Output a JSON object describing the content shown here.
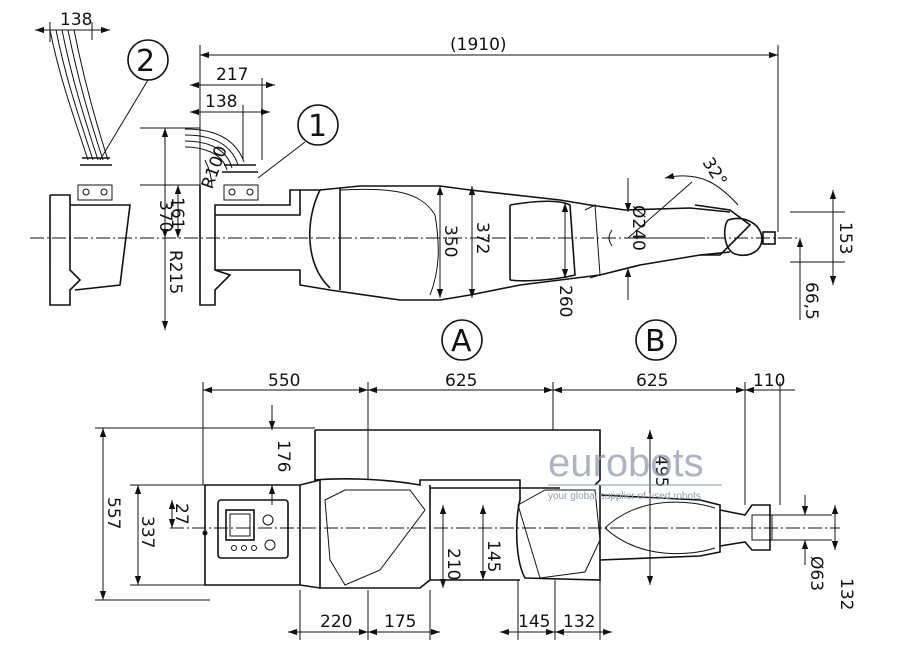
{
  "side_view": {
    "overall_length": "(1910)",
    "dims": {
      "d138_top": "138",
      "d217": "217",
      "d138_mid": "138",
      "d370": "370",
      "d161": "161",
      "r215": "R215",
      "r100": "R100",
      "d350": "350",
      "d372": "372",
      "d260": "260",
      "phi240": "Ø240",
      "ang32": "32°",
      "d153": "153",
      "d66_5": "66,5"
    },
    "callouts": {
      "one": "1",
      "two": "2"
    }
  },
  "view_labels": {
    "a": "A",
    "b": "B"
  },
  "top_view": {
    "top_dims": [
      "550",
      "625",
      "625",
      "110"
    ],
    "d557": "557",
    "d337": "337",
    "d27": "27",
    "d176": "176",
    "d495": "495",
    "d210": "210",
    "d145_v": "145",
    "phi63": "Ø63",
    "d132_v": "132",
    "bottom_dims": [
      "220",
      "175",
      "145",
      "132"
    ]
  },
  "watermark": {
    "brand": "eurobots",
    "tagline": "your global supplier of used robots",
    "color": "#8f9cb0"
  }
}
